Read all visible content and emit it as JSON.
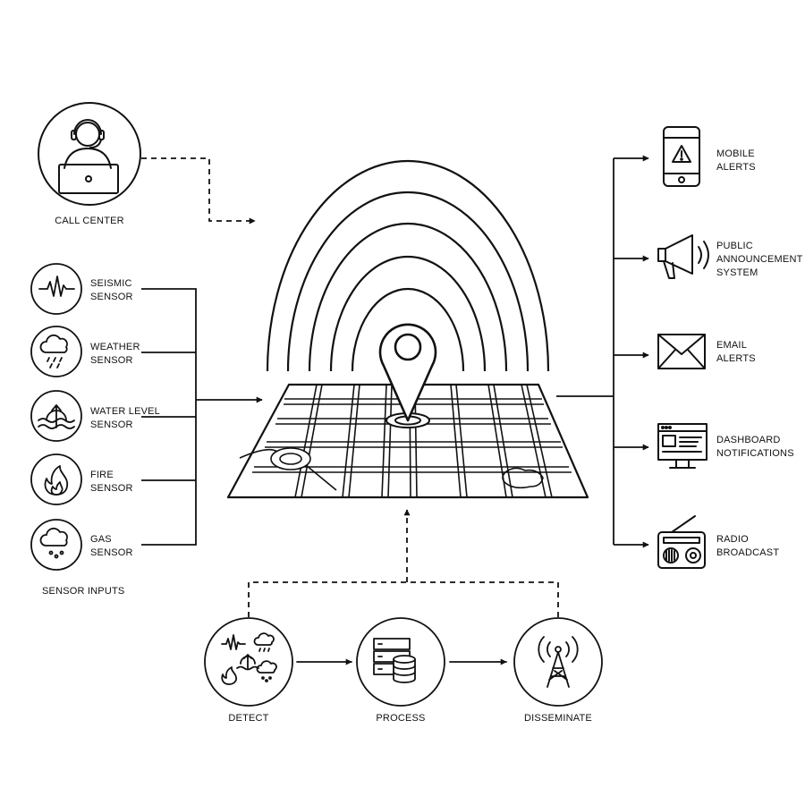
{
  "call_center": {
    "label": "CALL CENTER",
    "icon": "call-center-agent-icon"
  },
  "sensors": {
    "group_label": "SENSOR INPUTS",
    "items": [
      {
        "line1": "SEISMIC",
        "line2": "SENSOR",
        "icon": "seismic-wave-icon"
      },
      {
        "line1": "WEATHER",
        "line2": "SENSOR",
        "icon": "cloud-rain-icon"
      },
      {
        "line1": "WATER LEVEL",
        "line2": "SENSOR",
        "icon": "water-level-icon"
      },
      {
        "line1": "FIRE",
        "line2": "SENSOR",
        "icon": "flame-icon"
      },
      {
        "line1": "GAS",
        "line2": "SENSOR",
        "icon": "gas-cloud-icon"
      }
    ]
  },
  "hub": {
    "icon": "map-pin-broadcast-icon"
  },
  "outputs": [
    {
      "lines": [
        "MOBILE",
        "ALERTS"
      ],
      "icon": "mobile-alert-icon"
    },
    {
      "lines": [
        "PUBLIC",
        "ANNOUNCEMENT",
        "SYSTEM"
      ],
      "icon": "megaphone-icon"
    },
    {
      "lines": [
        "EMAIL",
        "ALERTS"
      ],
      "icon": "envelope-icon"
    },
    {
      "lines": [
        "DASHBOARD",
        "NOTIFICATIONS"
      ],
      "icon": "dashboard-monitor-icon"
    },
    {
      "lines": [
        "RADIO",
        "BROADCAST"
      ],
      "icon": "radio-icon"
    }
  ],
  "process_steps": [
    {
      "label": "DETECT",
      "icon": "detect-sensors-icon"
    },
    {
      "label": "PROCESS",
      "icon": "server-database-icon"
    },
    {
      "label": "DISSEMINATE",
      "icon": "broadcast-tower-icon"
    }
  ],
  "colors": {
    "ink": "#111111",
    "background": "#ffffff"
  }
}
